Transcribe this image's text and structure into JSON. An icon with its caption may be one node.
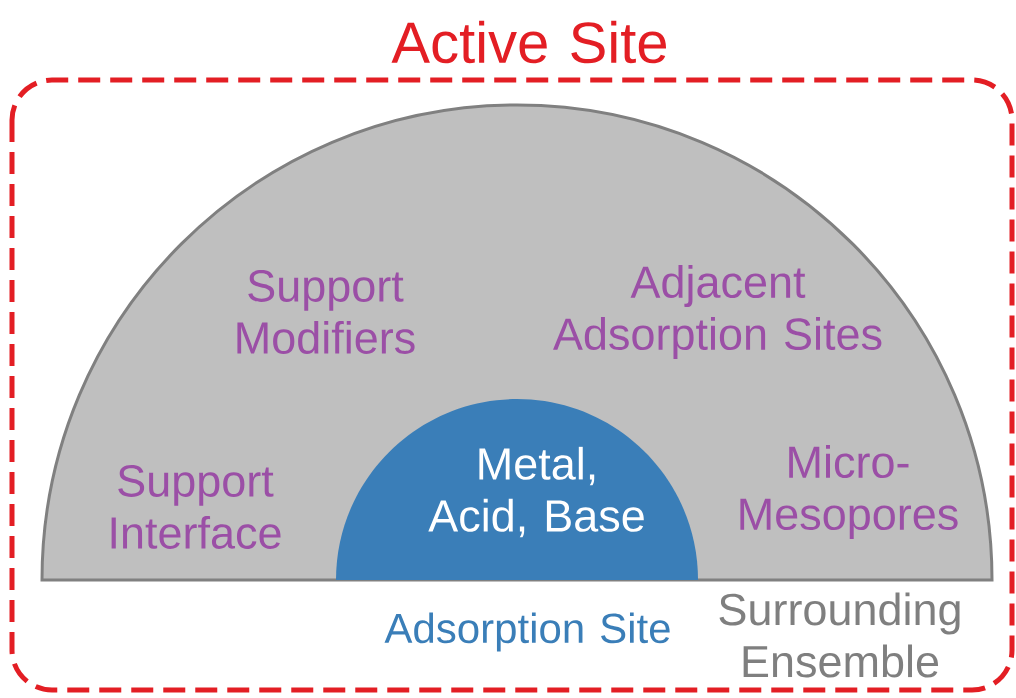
{
  "diagram": {
    "nodes": [
      {
        "text": [
          "Active Site"
        ]
      },
      {
        "text": [
          "Support Modifiers",
          "Adjacent Adsorption Sites",
          "Support Interface",
          "Micro-Mesopores"
        ],
        "beside": [
          "Surrounding Ensemble"
        ],
        "in": 0
      },
      {
        "text": [
          "Metal, Acid, Base"
        ],
        "beside": [
          "Adsorption Site"
        ],
        "in": 1
      }
    ]
  }
}
